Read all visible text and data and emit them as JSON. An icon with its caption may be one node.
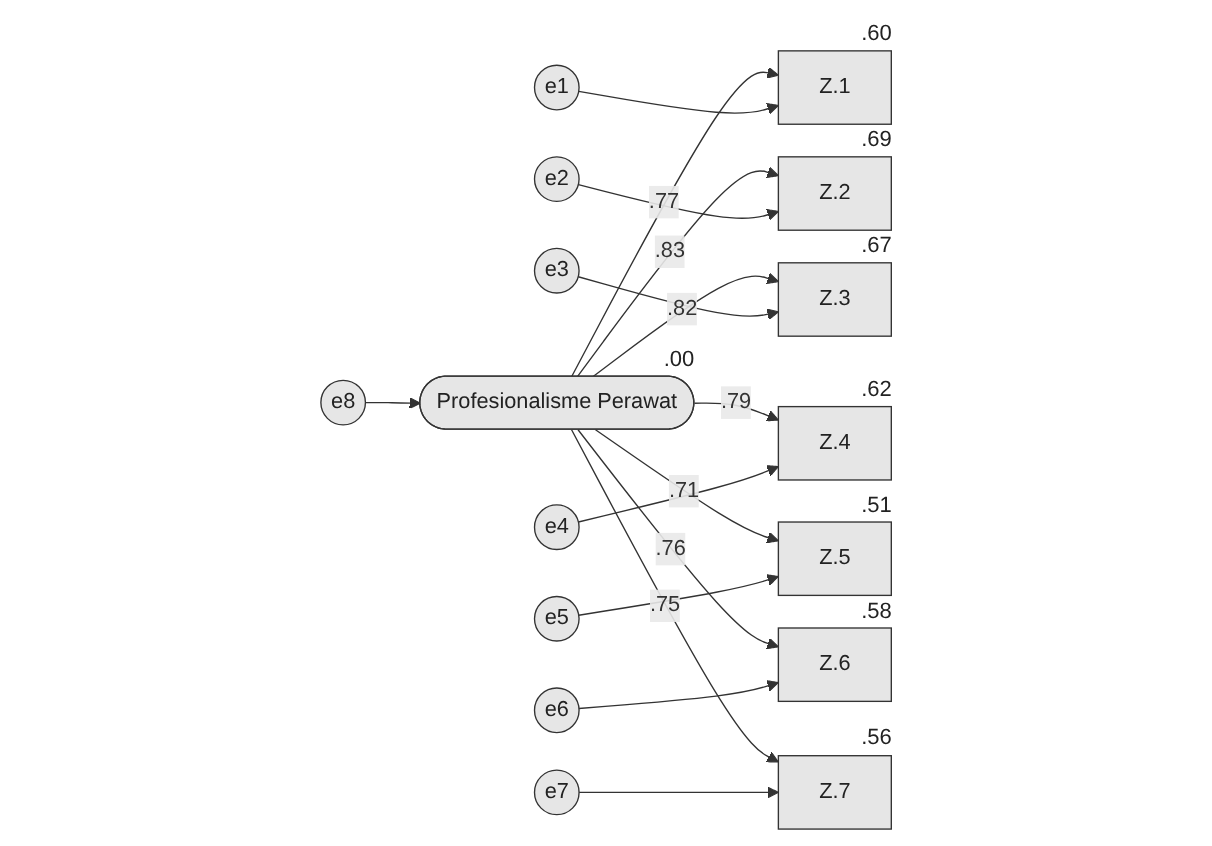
{
  "diagram": {
    "nodes": [
      {
        "text": [
          "e8"
        ]
      },
      {
        "text": [
          "Profesionalisme Perawat"
        ],
        "beside": [
          ".00"
        ]
      },
      {
        "text": [
          "Z.1"
        ],
        "beside": [
          ".60"
        ]
      },
      {
        "text": [
          "Z.2"
        ],
        "beside": [
          ".69"
        ]
      },
      {
        "text": [
          "Z.3"
        ],
        "beside": [
          ".67"
        ]
      },
      {
        "text": [
          "Z.4"
        ],
        "beside": [
          ".62"
        ]
      },
      {
        "text": [
          "Z.5"
        ],
        "beside": [
          ".51"
        ]
      },
      {
        "text": [
          "Z.6"
        ],
        "beside": [
          ".58"
        ]
      },
      {
        "text": [
          "Z.7"
        ],
        "beside": [
          ".56"
        ]
      },
      {
        "text": [
          "e1"
        ]
      },
      {
        "text": [
          "e2"
        ]
      },
      {
        "text": [
          "e3"
        ]
      },
      {
        "text": [
          "e4"
        ]
      },
      {
        "text": [
          "e5"
        ]
      },
      {
        "text": [
          "e6"
        ]
      },
      {
        "text": [
          "e7"
        ]
      }
    ],
    "edges": [
      {
        "from": 0,
        "to": 1,
        "arrow": "to"
      },
      {
        "from": 1,
        "to": 2,
        "arrow": "to",
        "label": ".77"
      },
      {
        "from": 1,
        "to": 3,
        "arrow": "to",
        "label": ".83"
      },
      {
        "from": 1,
        "to": 4,
        "arrow": "to",
        "label": ".82"
      },
      {
        "from": 1,
        "to": 5,
        "arrow": "to",
        "label": ".79"
      },
      {
        "from": 1,
        "to": 6,
        "arrow": "to",
        "label": ".71"
      },
      {
        "from": 1,
        "to": 7,
        "arrow": "to",
        "label": ".76"
      },
      {
        "from": 1,
        "to": 8,
        "arrow": "to",
        "label": ".75"
      },
      {
        "from": 9,
        "to": 2,
        "arrow": "to"
      },
      {
        "from": 10,
        "to": 3,
        "arrow": "to"
      },
      {
        "from": 11,
        "to": 4,
        "arrow": "to"
      },
      {
        "from": 12,
        "to": 5,
        "arrow": "to"
      },
      {
        "from": 13,
        "to": 6,
        "arrow": "to"
      },
      {
        "from": 14,
        "to": 7,
        "arrow": "to"
      },
      {
        "from": 15,
        "to": 8,
        "arrow": "to"
      }
    ]
  }
}
